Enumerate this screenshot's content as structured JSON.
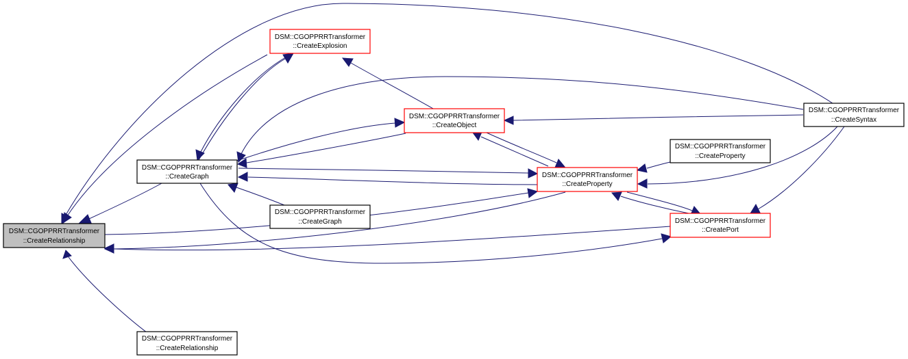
{
  "colors": {
    "edge": "#191970",
    "focus_fill": "#bfbfbf",
    "focus_stroke": "#000000",
    "normal_stroke": "#000000",
    "red_stroke": "#ff0000"
  },
  "nodes": {
    "relationship_main": {
      "line1": "DSM::CGOPPRRTransformer",
      "line2": "::CreateRelationship",
      "style": "focus"
    },
    "relationship_bottom": {
      "line1": "DSM::CGOPPRRTransformer",
      "line2": "::CreateRelationship",
      "style": "normal"
    },
    "graph_main": {
      "line1": "DSM::CGOPPRRTransformer",
      "line2": "::CreateGraph",
      "style": "normal"
    },
    "graph_small": {
      "line1": "DSM::CGOPPRRTransformer",
      "line2": "::CreateGraph",
      "style": "normal"
    },
    "explosion": {
      "line1": "DSM::CGOPPRRTransformer",
      "line2": "::CreateExplosion",
      "style": "red"
    },
    "object": {
      "line1": "DSM::CGOPPRRTransformer",
      "line2": "::CreateObject",
      "style": "red"
    },
    "property_main": {
      "line1": "DSM::CGOPPRRTransformer",
      "line2": "::CreateProperty",
      "style": "red"
    },
    "property_small": {
      "line1": "DSM::CGOPPRRTransformer",
      "line2": "::CreateProperty",
      "style": "normal"
    },
    "port": {
      "line1": "DSM::CGOPPRRTransformer",
      "line2": "::CreatePort",
      "style": "red"
    },
    "syntax": {
      "line1": "DSM::CGOPPRRTransformer",
      "line2": "::CreateSyntax",
      "style": "normal"
    }
  },
  "edges": [
    {
      "from": "relationship_bottom",
      "to": "relationship_main"
    },
    {
      "from": "graph_main",
      "to": "relationship_main"
    },
    {
      "from": "graph_main",
      "to": "explosion"
    },
    {
      "from": "graph_main",
      "to": "object"
    },
    {
      "from": "graph_main",
      "to": "property_main"
    },
    {
      "from": "graph_main",
      "to": "port"
    },
    {
      "from": "graph_small",
      "to": "graph_main"
    },
    {
      "from": "explosion",
      "to": "relationship_main"
    },
    {
      "from": "explosion",
      "to": "graph_main"
    },
    {
      "from": "object",
      "to": "explosion"
    },
    {
      "from": "object",
      "to": "graph_main"
    },
    {
      "from": "object",
      "to": "property_main"
    },
    {
      "from": "property_main",
      "to": "graph_main"
    },
    {
      "from": "property_main",
      "to": "object"
    },
    {
      "from": "property_main",
      "to": "relationship_main"
    },
    {
      "from": "property_main",
      "to": "port"
    },
    {
      "from": "property_small",
      "to": "property_main"
    },
    {
      "from": "port",
      "to": "property_main"
    },
    {
      "from": "port",
      "to": "relationship_main"
    },
    {
      "from": "relationship_main",
      "to": "property_main"
    },
    {
      "from": "syntax",
      "to": "relationship_main"
    },
    {
      "from": "syntax",
      "to": "graph_main"
    },
    {
      "from": "syntax",
      "to": "object"
    },
    {
      "from": "syntax",
      "to": "property_main"
    },
    {
      "from": "syntax",
      "to": "port"
    }
  ]
}
